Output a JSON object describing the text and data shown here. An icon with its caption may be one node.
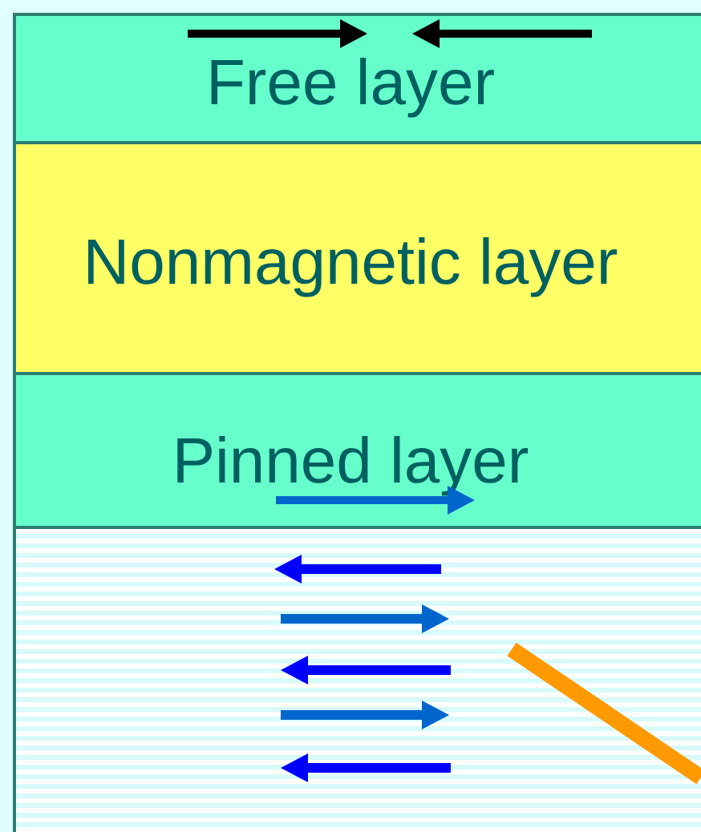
{
  "diagram": {
    "nodes": [
      {
        "text": [
          "Free layer"
        ]
      },
      {
        "text": [
          "Nonmagnetic layer"
        ]
      },
      {
        "text": [
          "Pinned layer"
        ]
      },
      {
        "text": [],
        "shape": "box"
      }
    ]
  }
}
